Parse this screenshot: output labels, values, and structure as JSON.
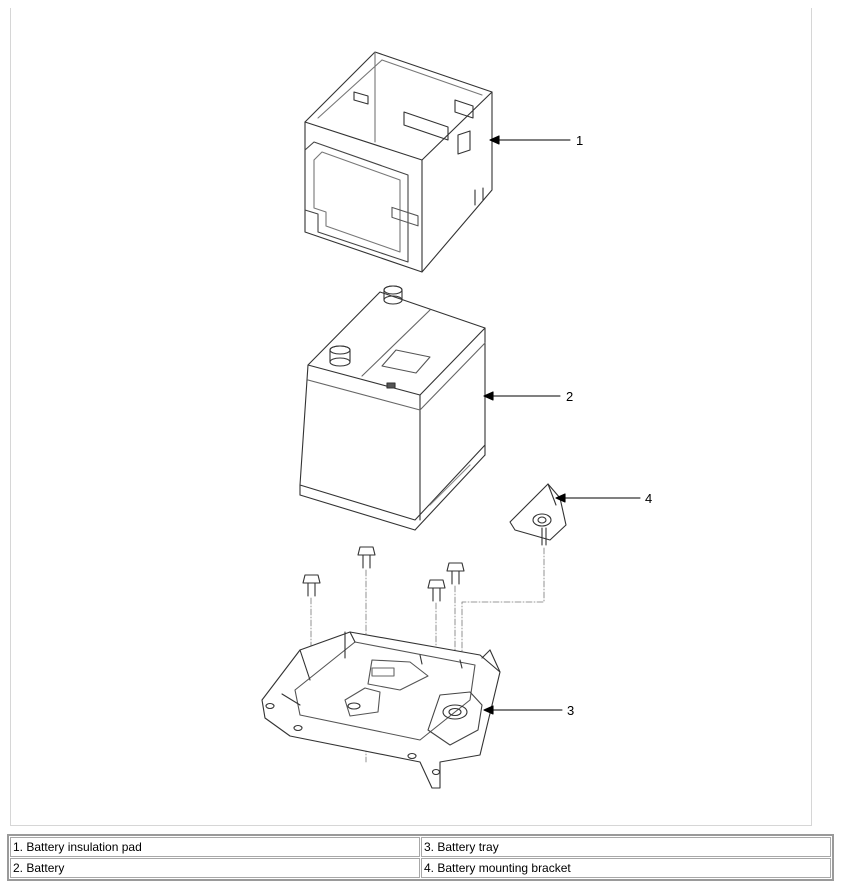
{
  "callouts": [
    "1",
    "2",
    "3",
    "4"
  ],
  "legend": [
    [
      "1. Battery insulation pad",
      "3. Battery tray"
    ],
    [
      "2. Battery",
      "4. Battery mounting bracket"
    ]
  ]
}
